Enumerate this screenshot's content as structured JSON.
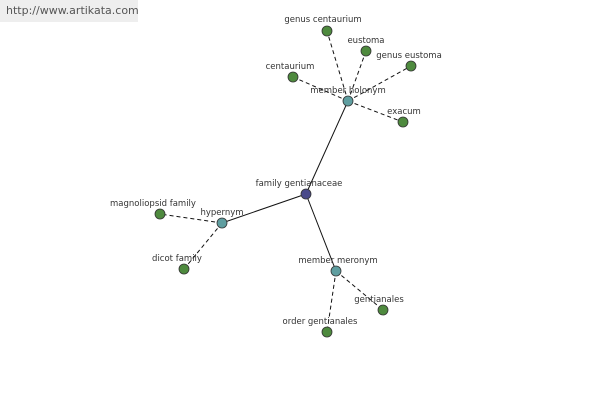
{
  "watermark": "http://www.artikata.com",
  "colors": {
    "root": "#4a4a8a",
    "relation": "#5f9ea0",
    "leaf": "#4e8a3e",
    "edge": "#111111"
  },
  "graph": {
    "root": "family gentianaceae",
    "relations": [
      {
        "label": "member holonym",
        "children": [
          "genus centaurium",
          "eustoma",
          "genus eustoma",
          "centaurium",
          "exacum"
        ]
      },
      {
        "label": "hypernym",
        "children": [
          "magnoliopsid family",
          "dicot family"
        ]
      },
      {
        "label": "member meronym",
        "children": [
          "gentianales",
          "order gentianales"
        ]
      }
    ]
  }
}
